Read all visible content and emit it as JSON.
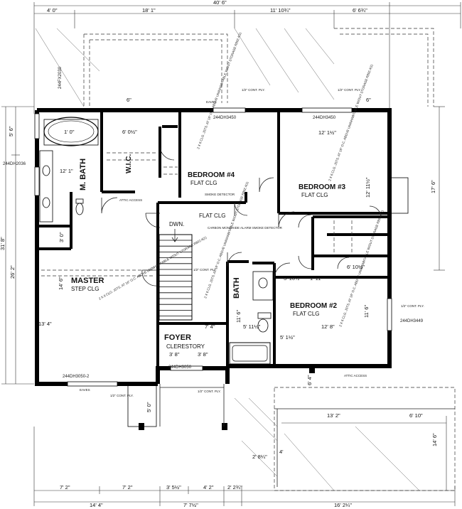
{
  "rooms": {
    "master": {
      "name": "MASTER",
      "sub": "STEP CLG",
      "dim_w": "14' 6\"",
      "dim_h": "13' 4\""
    },
    "m_bath": {
      "name": "M. BATH",
      "dim": "12' 1\""
    },
    "wic": {
      "name": "W.I.C.",
      "dim": "6' 0½\""
    },
    "bedroom4": {
      "name": "BEDROOM #4",
      "sub": "FLAT CLG",
      "note": "SMOKE DETECTOR"
    },
    "bedroom3": {
      "name": "BEDROOM #3",
      "sub": "FLAT CLG",
      "dim_w": "12' 1½\"",
      "dim_h": "12' 11½\""
    },
    "bedroom2": {
      "name": "BEDROOM #2",
      "sub": "FLAT CLG",
      "dim_w": "12' 8\"",
      "dim_h": "11' 6\""
    },
    "hall": {
      "name": "FLAT CLG",
      "note": "CARBON MONOXIDE ALARM SMOKE DETECTOR"
    },
    "bath": {
      "name": "BATH",
      "dim": "11' 6\""
    },
    "foyer": {
      "name": "FOYER",
      "sub": "CLERESTORY",
      "dim": "3' 8\"",
      "dim2": "3' 8\""
    },
    "stair": {
      "label": "DWN."
    }
  },
  "windows": {
    "top_bed4": "244DH3450",
    "top_bed3": "244DH3450",
    "left_mbath": "244DH2036",
    "left_side": "244FX2030",
    "right_bed3": "244DH3449",
    "bottom_master": "244DH3050-2",
    "bottom_foyer": "244DH3050"
  },
  "dims_top": [
    "4' 0\"",
    "18' 1\"",
    "11' 10¾\"",
    "6' 6¾\""
  ],
  "dim_overall_top": "40' 6\"",
  "dims_bottom": [
    "7' 2\"",
    "7' 2\"",
    "3' 5½\"",
    "4' 2\"",
    "2' 2¾\""
  ],
  "dims_bottom2": [
    "14' 4\"",
    "7' 7½\"",
    "16' 2¼\""
  ],
  "dims_left": [
    "5' 6\"",
    "31' 8\"",
    "26' 2\""
  ],
  "dims_right": [
    "17' 6\"",
    "14' 6\""
  ],
  "interior_dims": {
    "master_left": "3' 0\"",
    "hall_right": "6' 4\"",
    "bed2_top": "3' 10½\"",
    "bed2_top2": "1' 11\"",
    "closet": "6' 10½\"",
    "porch": "13' 2\"",
    "porch_r": "6' 10\"",
    "garage": "2' 8¼\"",
    "garage2": "4'",
    "foyer_below": "5' 0\"",
    "bath_side": "5' 11½\"",
    "bed2_side": "5' 1½\"",
    "hall_dim": "7' 4\"",
    "top_tick1": "6\"",
    "top_tick2": "6\"",
    "tub_dim": "1' 0\""
  },
  "notes": {
    "ply": "1/2\" CONT. PLY.",
    "attic": "ATTIC ACCESS",
    "eaves": "EAVES",
    "joists": "2 X 6 CLG. JSTS. AT 16\" O.C. ABOVE UNINHABITABLE W/OUT STORAGE R802.4(1)",
    "attic_small": "ATTIC ACCESS"
  }
}
